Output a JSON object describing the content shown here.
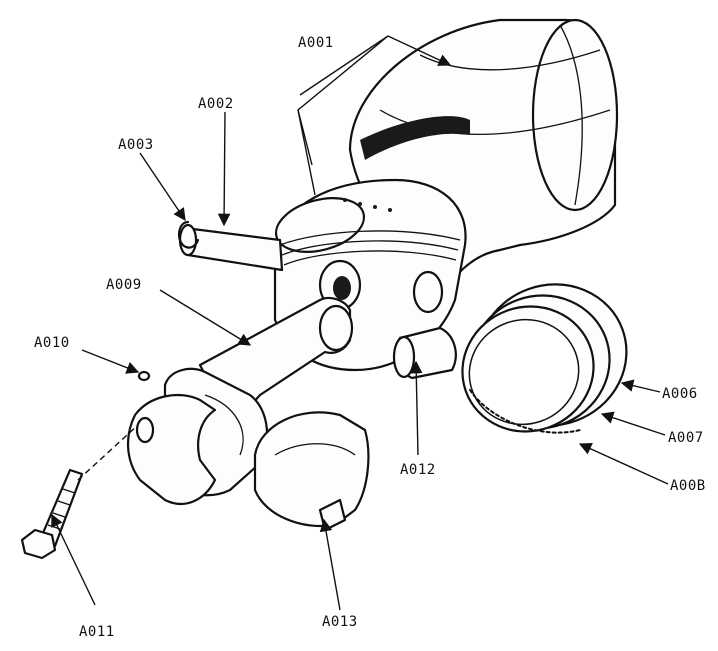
{
  "diagram": {
    "labels": {
      "A001": "A001",
      "A002": "A002",
      "A003": "A003",
      "A006": "A006",
      "A007": "A007",
      "A008": "A00B",
      "A009": "A009",
      "A010": "A010",
      "A011": "A011",
      "A012": "A012",
      "A013": "A013"
    }
  }
}
